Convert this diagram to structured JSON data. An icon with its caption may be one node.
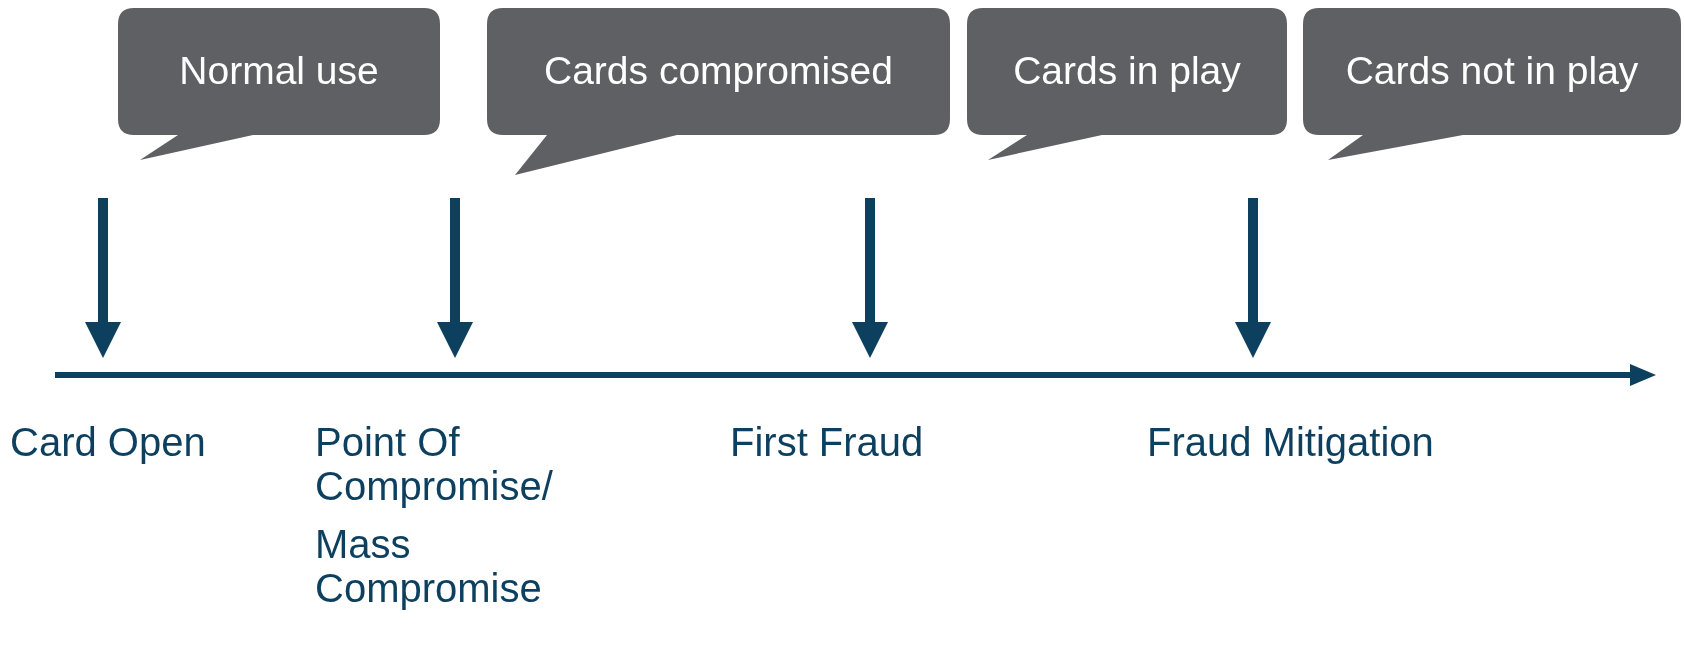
{
  "diagram": {
    "nodes": [
      {
        "text": [
          "Normal use"
        ]
      },
      {
        "text": [
          "Cards compromised"
        ]
      },
      {
        "text": [
          "Cards in play"
        ]
      },
      {
        "text": [
          "Cards not in play"
        ]
      },
      {
        "text": [
          "Card Open"
        ]
      },
      {
        "text": [
          "Point Of Compromise/",
          "Mass Compromise"
        ]
      },
      {
        "text": [
          "First Fraud"
        ]
      },
      {
        "text": [
          "Fraud Mitigation"
        ]
      }
    ]
  }
}
